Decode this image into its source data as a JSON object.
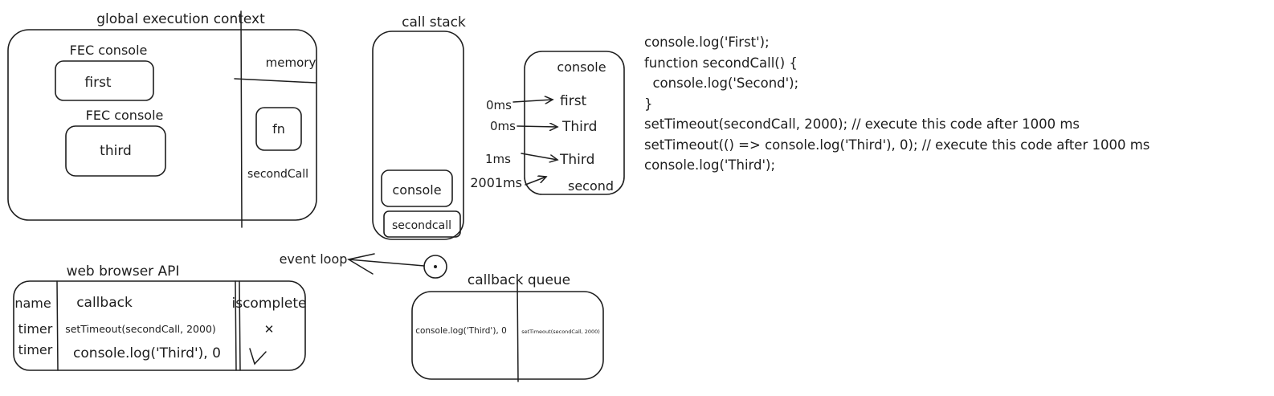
{
  "global_context": {
    "title": "global execution context",
    "fec_blocks": [
      {
        "title": "FEC console",
        "value": "first"
      },
      {
        "title": "FEC console",
        "value": "third"
      }
    ],
    "memory_label": "memory",
    "memory_item": {
      "value": "fn",
      "name": "secondCall"
    }
  },
  "call_stack": {
    "title": "call stack",
    "frames": [
      "console",
      "secondcall"
    ]
  },
  "console_panel": {
    "title": "console",
    "entries": [
      {
        "time": "0ms",
        "output": "first"
      },
      {
        "time": "0ms",
        "output": "third"
      },
      {
        "time": "1ms",
        "output": "Third"
      },
      {
        "time": "2001ms",
        "output": "second"
      }
    ]
  },
  "code_lines": [
    "console.log('First');",
    "function secondCall() {",
    "  console.log('Second');",
    "}",
    "setTimeout(secondCall, 2000); // execute this code after 1000 ms",
    "setTimeout(() => console.log('Third'), 0); // execute this code after 1000 ms",
    "console.log('Third');"
  ],
  "web_api": {
    "title": "web browser API",
    "headers": [
      "name",
      "callback",
      "iscomplete"
    ],
    "rows": [
      {
        "name": "timer",
        "callback": "setTimeout(secondCall, 2000)",
        "complete_mark": "✕"
      },
      {
        "name": "timer",
        "callback": "console.log('Third'), 0",
        "complete_mark": "✓"
      }
    ]
  },
  "event_loop": {
    "label": "event loop"
  },
  "callback_queue": {
    "title": "callback queue",
    "items": [
      "console.log('Third'), 0",
      "setTimeout(secondCall, 2000)"
    ]
  }
}
